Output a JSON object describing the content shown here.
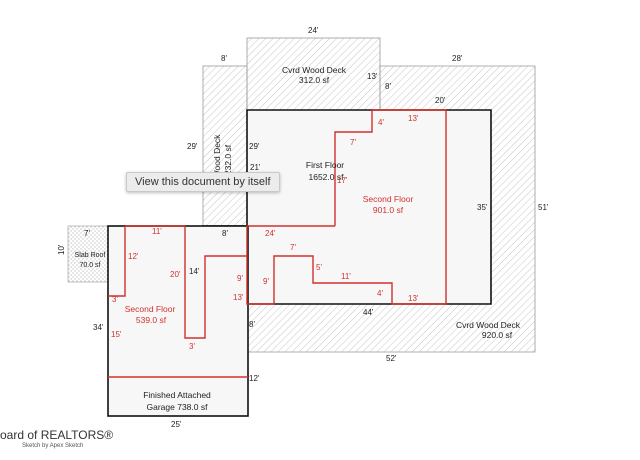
{
  "tooltip": "View this document by itself",
  "footer": {
    "copyright": "oard of REALTORS®",
    "credit": "Sketch by Apex Sketch"
  },
  "areas": {
    "cvrd_top_name": "Cvrd Wood Deck",
    "cvrd_top_sf": "312.0 sf",
    "cvrd_left_name": "d Wood Deck",
    "cvrd_left_sf": "232.0 sf",
    "cvrd_right_name": "Cvrd Wood Deck",
    "cvrd_right_sf": "920.0 sf",
    "first_floor_name": "First Floor",
    "first_floor_sf": "1652.0 sf",
    "second_floor_r_name": "Second Floor",
    "second_floor_r_sf": "901.0 sf",
    "second_floor_l_name": "Second Floor",
    "second_floor_l_sf": "539.0 sf",
    "slab_name": "Slab Roof",
    "slab_sf": "70.0 sf",
    "garage_name": "Finished Attached",
    "garage_sf": "Garage 738.0 sf"
  },
  "dims": {
    "d24_top": "24'",
    "d8_top": "8'",
    "d13_top": "13'",
    "d28": "28'",
    "d8_b": "8'",
    "d20_top": "20'",
    "d4_top": "4'",
    "d13_red_top": "13'",
    "d7_top": "7'",
    "d29_left": "29'",
    "d29_inner": "29'",
    "d21": "21'",
    "d17": "17'",
    "d35": "35'",
    "d51": "51'",
    "d7_slab": "7'",
    "d10": "10'",
    "d11_top": "11'",
    "d8_mid": "8'",
    "d24_mid": "24'",
    "d12_red": "12'",
    "d20_red": "20'",
    "d14": "14'",
    "d7_step": "7'",
    "d5": "5'",
    "d11_step": "11'",
    "d9_a": "9'",
    "d9_b": "9'",
    "d13_red_a": "13'",
    "d4_red_b": "4'",
    "d13_red_b": "13'",
    "d3_red_a": "3'",
    "d44": "44'",
    "d8_low": "8'",
    "d34": "34'",
    "d15_red": "15'",
    "d3_red_b": "3'",
    "d52": "52'",
    "d12_low": "12'",
    "d25": "25'"
  }
}
